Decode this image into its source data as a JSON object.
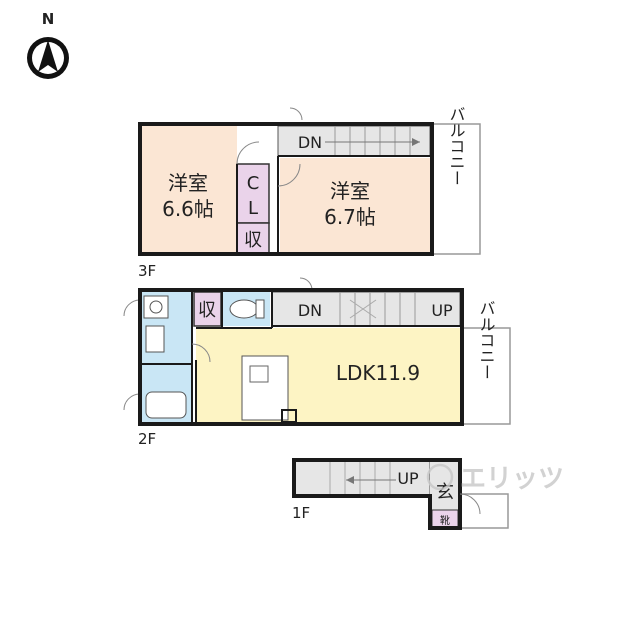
{
  "compass": {
    "north_label": "N",
    "icon": "north-arrow-icon"
  },
  "floors": {
    "f3": {
      "label": "3F",
      "rooms": {
        "western_left_name": "洋室",
        "western_left_size": "6.6帖",
        "western_right_name": "洋室",
        "western_right_size": "6.7帖",
        "closet_c": "C",
        "closet_l": "L",
        "storage": "収",
        "stairs_down": "DN",
        "balcony": "バルコニー"
      }
    },
    "f2": {
      "label": "2F",
      "rooms": {
        "storage": "収",
        "stairs_down": "DN",
        "stairs_up": "UP",
        "ldk": "LDK11.9",
        "balcony": "バルコニー"
      }
    },
    "f1": {
      "label": "1F",
      "rooms": {
        "stairs_up": "UP",
        "entrance": "玄",
        "shoe_storage": "靴"
      }
    }
  },
  "watermark": "エリッツ",
  "colors": {
    "western_room": "#fbe6d4",
    "closet": "#ead3ea",
    "ldk": "#fdf4c4",
    "wet_area": "#c9e6f5",
    "stairs": "#e6e6e6",
    "wall": "#1a1a1a"
  }
}
